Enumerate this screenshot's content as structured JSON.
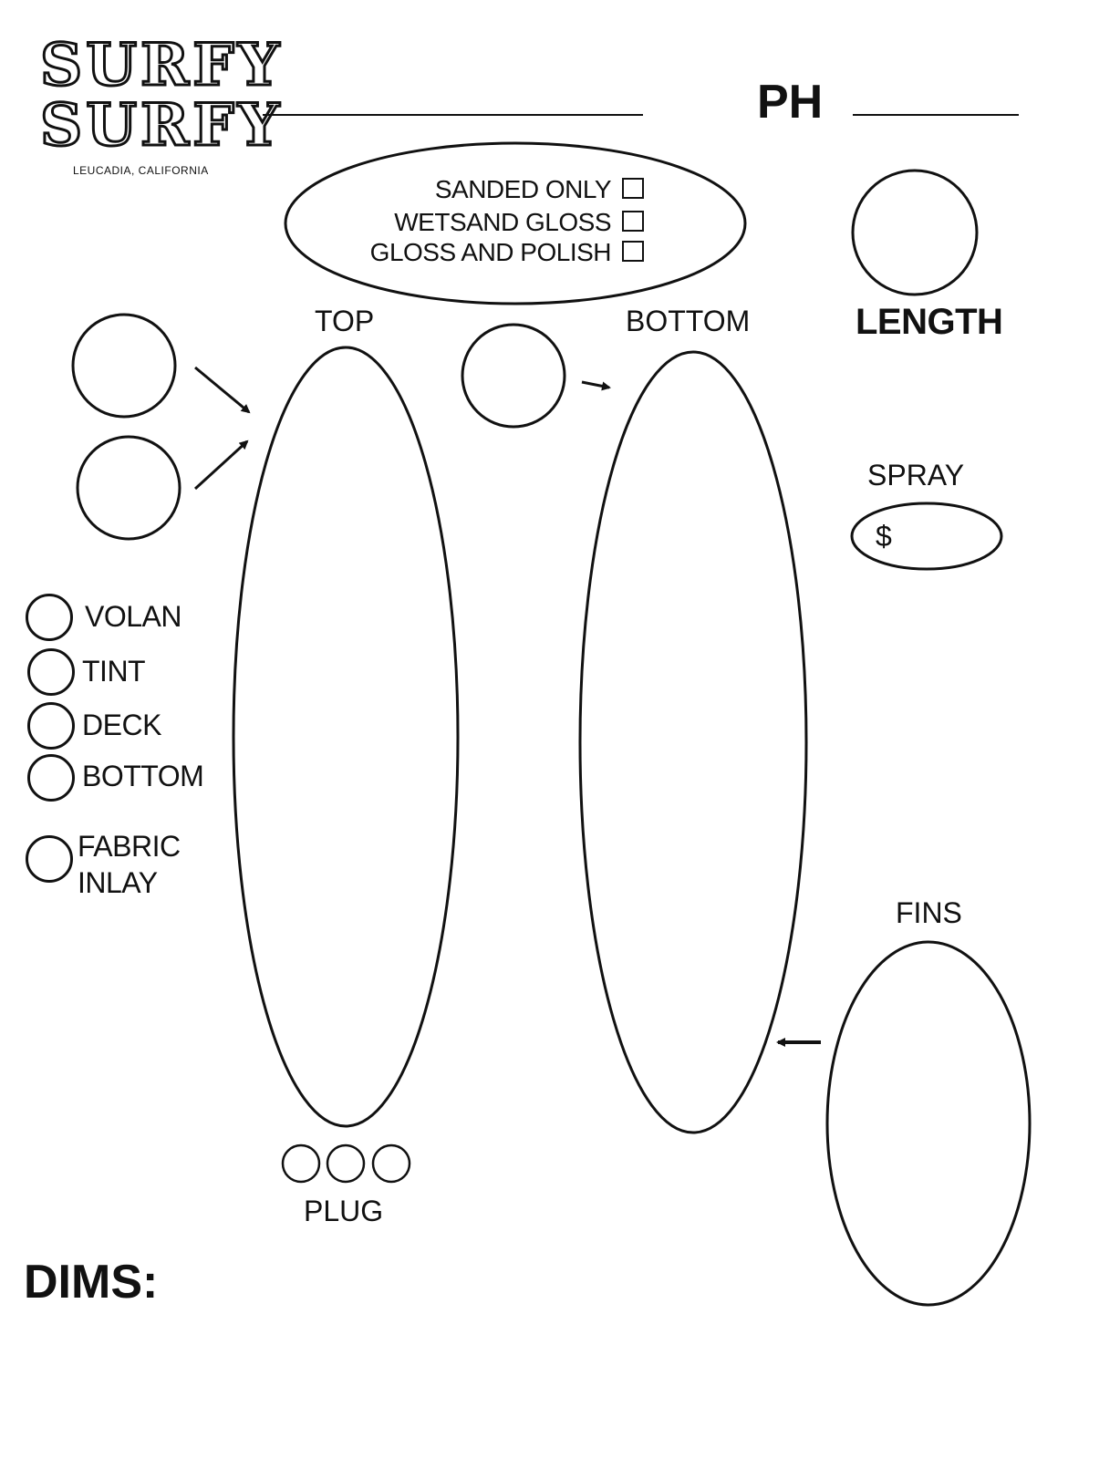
{
  "brand": {
    "line1": "SURFY",
    "line2": "SURFY",
    "location": "LEUCADIA, CALIFORNIA"
  },
  "header": {
    "phone_label": "PH"
  },
  "finish_options": [
    {
      "label": "SANDED ONLY",
      "checked": false
    },
    {
      "label": "WETSAND GLOSS",
      "checked": false
    },
    {
      "label": "GLOSS AND POLISH",
      "checked": false
    }
  ],
  "length": {
    "label": "LENGTH"
  },
  "top": {
    "label": "TOP"
  },
  "bottom": {
    "label": "BOTTOM"
  },
  "spray": {
    "label": "SPRAY",
    "currency": "$"
  },
  "color_options": [
    {
      "label": "VOLAN"
    },
    {
      "label": "TINT"
    },
    {
      "label": "DECK"
    },
    {
      "label": "BOTTOM"
    },
    {
      "label": "FABRIC\nINLAY"
    }
  ],
  "plug": {
    "label": "PLUG"
  },
  "fins": {
    "label": "FINS"
  },
  "dims": {
    "label": "DIMS:"
  },
  "colors": {
    "ink": "#111111",
    "paper": "#ffffff"
  }
}
